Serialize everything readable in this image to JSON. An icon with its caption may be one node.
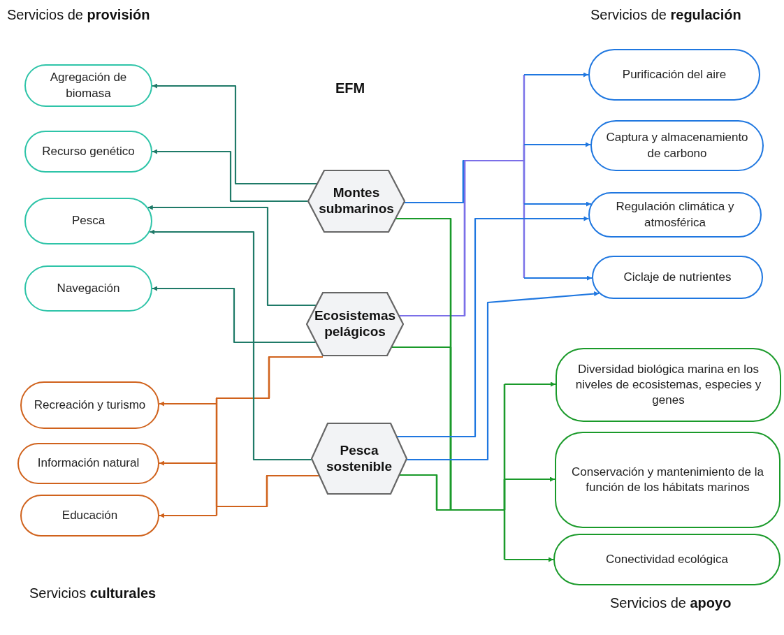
{
  "diagram": {
    "nodes": [
      {
        "text": [
          "Agregación de biomasa"
        ]
      },
      {
        "text": [
          "Recurso genético"
        ]
      },
      {
        "text": [
          "Pesca"
        ]
      },
      {
        "text": [
          "Navegación"
        ]
      },
      {
        "text": [
          "Recreación y turismo"
        ]
      },
      {
        "text": [
          "Información natural"
        ]
      },
      {
        "text": [
          "Educación"
        ]
      },
      {
        "text": [
          "Montes submarinos"
        ]
      },
      {
        "text": [
          "Ecosistemas pelágicos"
        ]
      },
      {
        "text": [
          "Pesca sostenible"
        ]
      },
      {
        "text": [
          "Purificación del aire"
        ]
      },
      {
        "text": [
          "Captura y almacenamiento de carbono"
        ]
      },
      {
        "text": [
          "Regulación climática y atmosférica"
        ]
      },
      {
        "text": [
          "Ciclaje de nutrientes"
        ]
      },
      {
        "text": [
          "Diversidad biológica marina en los niveles de ecosistemas, especies y genes"
        ]
      },
      {
        "text": [
          "Conservación y mantenimiento de la función de los hábitats marinos"
        ]
      },
      {
        "text": [
          "Conectividad ecológica"
        ]
      }
    ],
    "edges": [
      {
        "from": 7,
        "to": 0,
        "arrow": "to",
        "color": "#1f7a68"
      },
      {
        "from": 7,
        "to": 1,
        "arrow": "to",
        "color": "#1f7a68"
      },
      {
        "from": 8,
        "to": 2,
        "arrow": "to",
        "color": "#1f7a68"
      },
      {
        "from": 9,
        "to": 2,
        "arrow": "to",
        "color": "#1f7a68"
      },
      {
        "from": 8,
        "to": 3,
        "arrow": "to",
        "color": "#1f7a68"
      },
      {
        "from": 8,
        "to": 4,
        "arrow": "to",
        "color": "#d0621c"
      },
      {
        "from": 8,
        "to": 5,
        "arrow": "to",
        "color": "#d0621c"
      },
      {
        "from": 8,
        "to": 6,
        "arrow": "to",
        "color": "#d0621c"
      },
      {
        "from": 9,
        "to": 4,
        "arrow": "to",
        "color": "#d0621c"
      },
      {
        "from": 9,
        "to": 5,
        "arrow": "to",
        "color": "#d0621c"
      },
      {
        "from": 9,
        "to": 6,
        "arrow": "to",
        "color": "#d0621c"
      },
      {
        "from": 7,
        "to": 10,
        "arrow": "to",
        "color": "#1f77e0"
      },
      {
        "from": 7,
        "to": 11,
        "arrow": "to",
        "color": "#1f77e0"
      },
      {
        "from": 7,
        "to": 12,
        "arrow": "to",
        "color": "#1f77e0"
      },
      {
        "from": 7,
        "to": 13,
        "arrow": "to",
        "color": "#1f77e0"
      },
      {
        "from": 8,
        "to": 10,
        "arrow": "to",
        "color": "#7b6fe8"
      },
      {
        "from": 8,
        "to": 11,
        "arrow": "to",
        "color": "#7b6fe8"
      },
      {
        "from": 8,
        "to": 12,
        "arrow": "to",
        "color": "#7b6fe8"
      },
      {
        "from": 8,
        "to": 13,
        "arrow": "to",
        "color": "#7b6fe8"
      },
      {
        "from": 9,
        "to": 12,
        "arrow": "to",
        "color": "#1f77e0"
      },
      {
        "from": 9,
        "to": 13,
        "arrow": "to",
        "color": "#1f77e0"
      },
      {
        "from": 7,
        "to": 14,
        "arrow": "to"
      },
      {
        "from": 7,
        "to": 15,
        "arrow": "to"
      },
      {
        "from": 7,
        "to": 16,
        "arrow": "to"
      },
      {
        "from": 8,
        "to": 14,
        "arrow": "to"
      },
      {
        "from": 8,
        "to": 15,
        "arrow": "to"
      },
      {
        "from": 8,
        "to": 16,
        "arrow": "to"
      },
      {
        "from": 9,
        "to": 14,
        "arrow": "to"
      },
      {
        "from": 9,
        "to": 15,
        "arrow": "to"
      },
      {
        "from": 9,
        "to": 16,
        "arrow": "to"
      }
    ],
    "labels": [
      "Servicios de **provisión**",
      "Servicios de **regulación**",
      "EFM",
      "Servicios **culturales**",
      "Servicios de **apoyo**"
    ]
  }
}
